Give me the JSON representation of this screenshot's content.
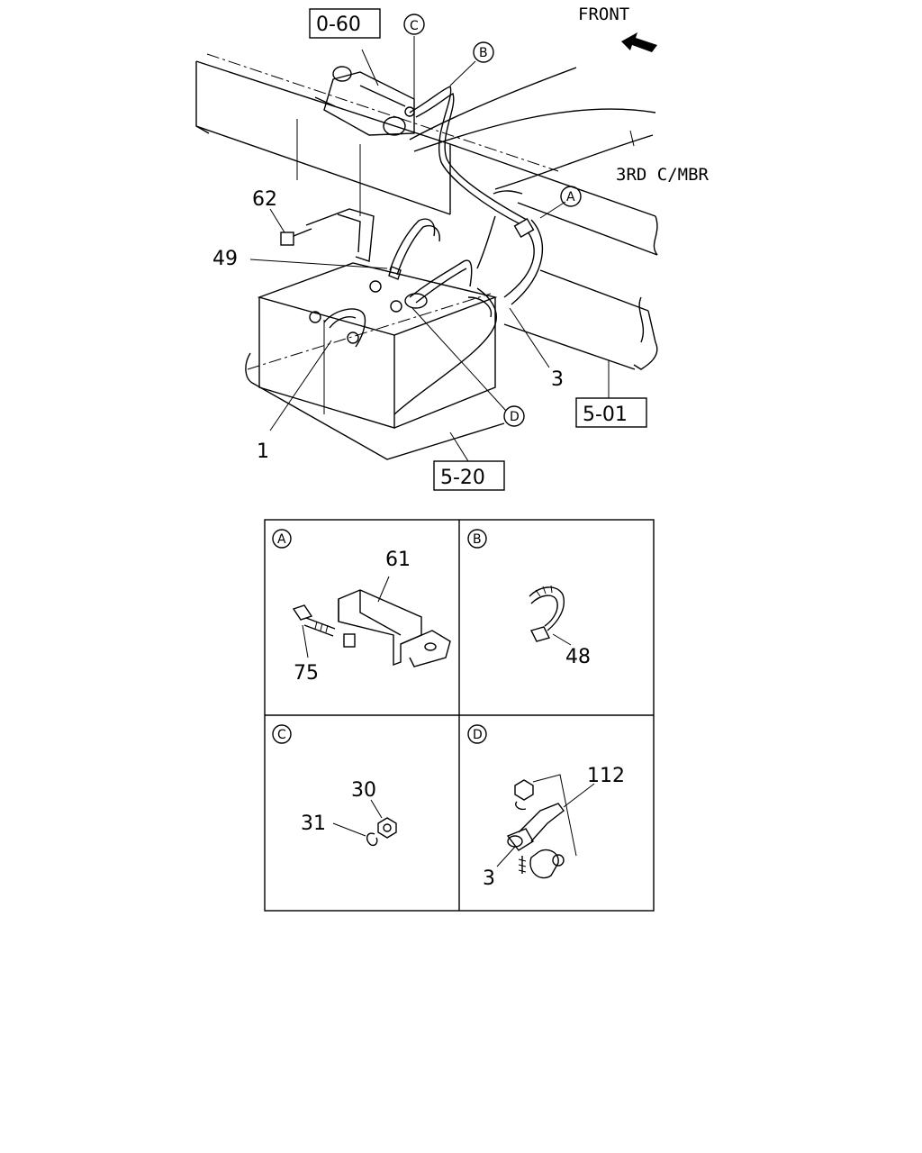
{
  "header": {
    "front_label": "FRONT",
    "member_label": "3RD C/MBR"
  },
  "references": {
    "ref_0_60": "0-60",
    "ref_5_01": "5-01",
    "ref_5_20": "5-20"
  },
  "callouts": {
    "A": "A",
    "B": "B",
    "C": "C",
    "D": "D"
  },
  "parts_main": {
    "p62": "62",
    "p49": "49",
    "p1": "1",
    "p3": "3"
  },
  "details": {
    "A": {
      "letter": "A",
      "parts": [
        "61",
        "75"
      ]
    },
    "B": {
      "letter": "B",
      "parts": [
        "48"
      ]
    },
    "C": {
      "letter": "C",
      "parts": [
        "30",
        "31"
      ]
    },
    "D": {
      "letter": "D",
      "parts": [
        "112",
        "3"
      ]
    }
  }
}
